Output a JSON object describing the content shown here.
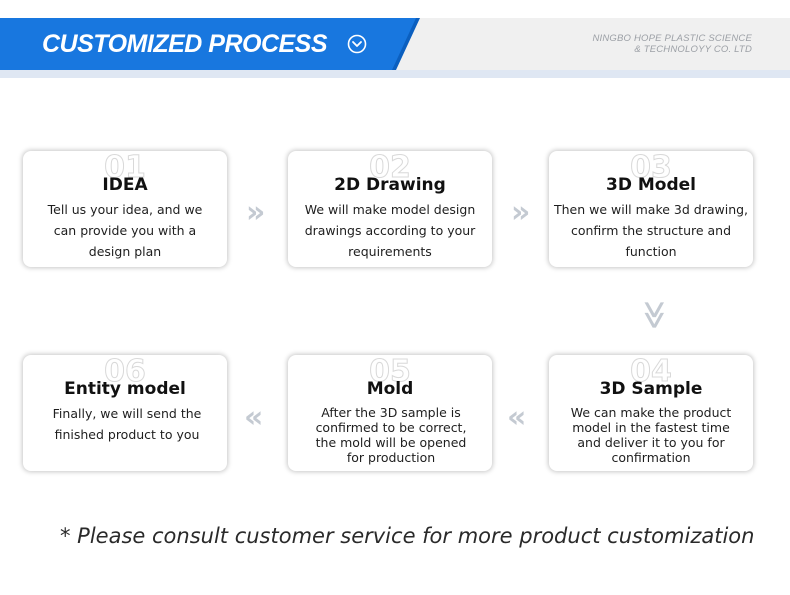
{
  "header": {
    "title": "CUSTOMIZED PROCESS",
    "icon": "chevron-down-circle-icon",
    "company_line1": "NINGBO HOPE PLASTIC SCIENCE",
    "company_line2": "& TECHNOLOYY CO. LTD",
    "colors": {
      "accent": "#1877df",
      "banner_bg": "#f0f0f0"
    }
  },
  "steps": [
    {
      "num": "01",
      "title": "IDEA",
      "desc": "Tell us your idea, and we can provide you with a design plan"
    },
    {
      "num": "02",
      "title": "2D Drawing",
      "desc": "We will make model design drawings according to your requirements"
    },
    {
      "num": "03",
      "title": "3D Model",
      "desc": "Then we will make 3d drawing, confirm the structure and function"
    },
    {
      "num": "04",
      "title": "3D Sample",
      "desc": "We can make the product model in the fastest time and deliver it to you for confirmation"
    },
    {
      "num": "05",
      "title": "Mold",
      "desc": "After the 3D sample is confirmed to be correct, the mold will be opened for production"
    },
    {
      "num": "06",
      "title": "Entity model",
      "desc": "Finally, we will send the finished product to you"
    }
  ],
  "arrows": {
    "right": "»",
    "left": "«",
    "down": "≫"
  },
  "footer": {
    "note": "* Please consult customer service for more product customization"
  }
}
